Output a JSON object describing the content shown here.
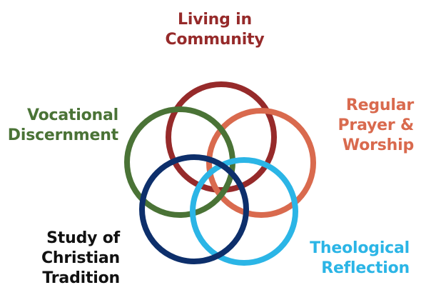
{
  "colors": {
    "community": "#962a2a",
    "prayer": "#d96a4e",
    "vocational": "#4a7336",
    "study": "#0d2f6b",
    "theological": "#2bb5e6",
    "study_text": "#111111"
  },
  "labels": {
    "community": [
      "Living in",
      "Community"
    ],
    "prayer": [
      "Regular",
      "Prayer &",
      "Worship"
    ],
    "vocational": [
      "Vocational",
      "Discernment"
    ],
    "study": [
      "Study of",
      "Christian",
      "Tradition"
    ],
    "theological": [
      "Theological",
      "Reflection"
    ]
  }
}
